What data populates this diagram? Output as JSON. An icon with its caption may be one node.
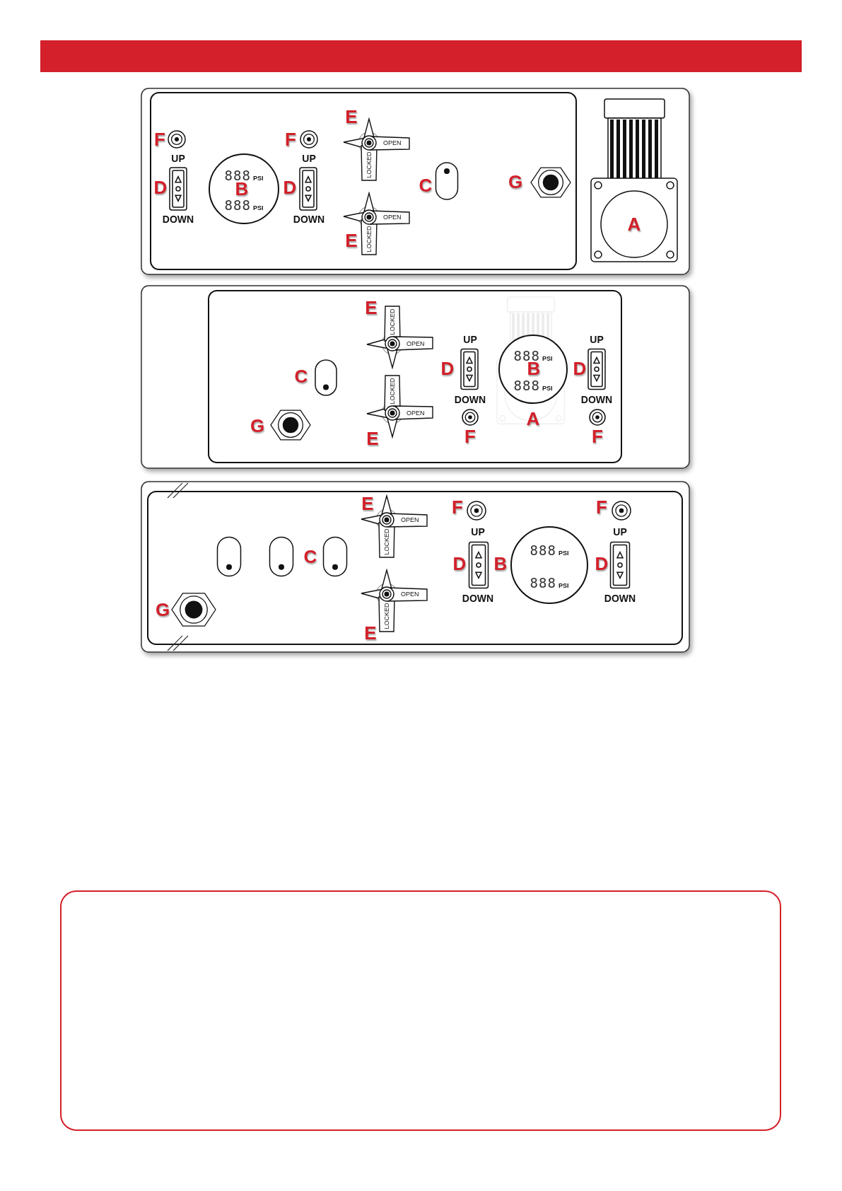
{
  "diagram": {
    "nodes": [
      {
        "text": [
          "888",
          "PSI",
          "888",
          "PSI"
        ]
      },
      {
        "text": [
          "OPEN",
          "LOCKED"
        ]
      },
      {
        "text": [
          "OPEN",
          "LOCKED"
        ]
      },
      {
        "text": [
          "LOCKED",
          "OPEN"
        ]
      },
      {
        "text": [
          "LOCKED",
          "OPEN"
        ]
      },
      {
        "text": [
          "888",
          "PSI",
          "888",
          "PSI"
        ]
      },
      {
        "text": [
          "OPEN",
          "LOCKED"
        ]
      },
      {
        "text": [
          "OPEN",
          "LOCKED"
        ]
      },
      {
        "text": [
          "888",
          "PSI",
          "888",
          "PSI"
        ]
      }
    ],
    "labels": [
      "E",
      "F",
      "F",
      "UP",
      "UP",
      "D",
      "B",
      "D",
      "C",
      "G",
      "DOWN",
      "DOWN",
      "A",
      "E",
      "E",
      "UP",
      "UP",
      "C",
      "D",
      "B",
      "D",
      "DOWN",
      "DOWN",
      "G",
      "A",
      "E",
      "F",
      "F",
      "E",
      "F",
      "F",
      "UP",
      "UP",
      "C",
      "D",
      "B",
      "D",
      "DOWN",
      "DOWN",
      "G",
      "E"
    ]
  }
}
